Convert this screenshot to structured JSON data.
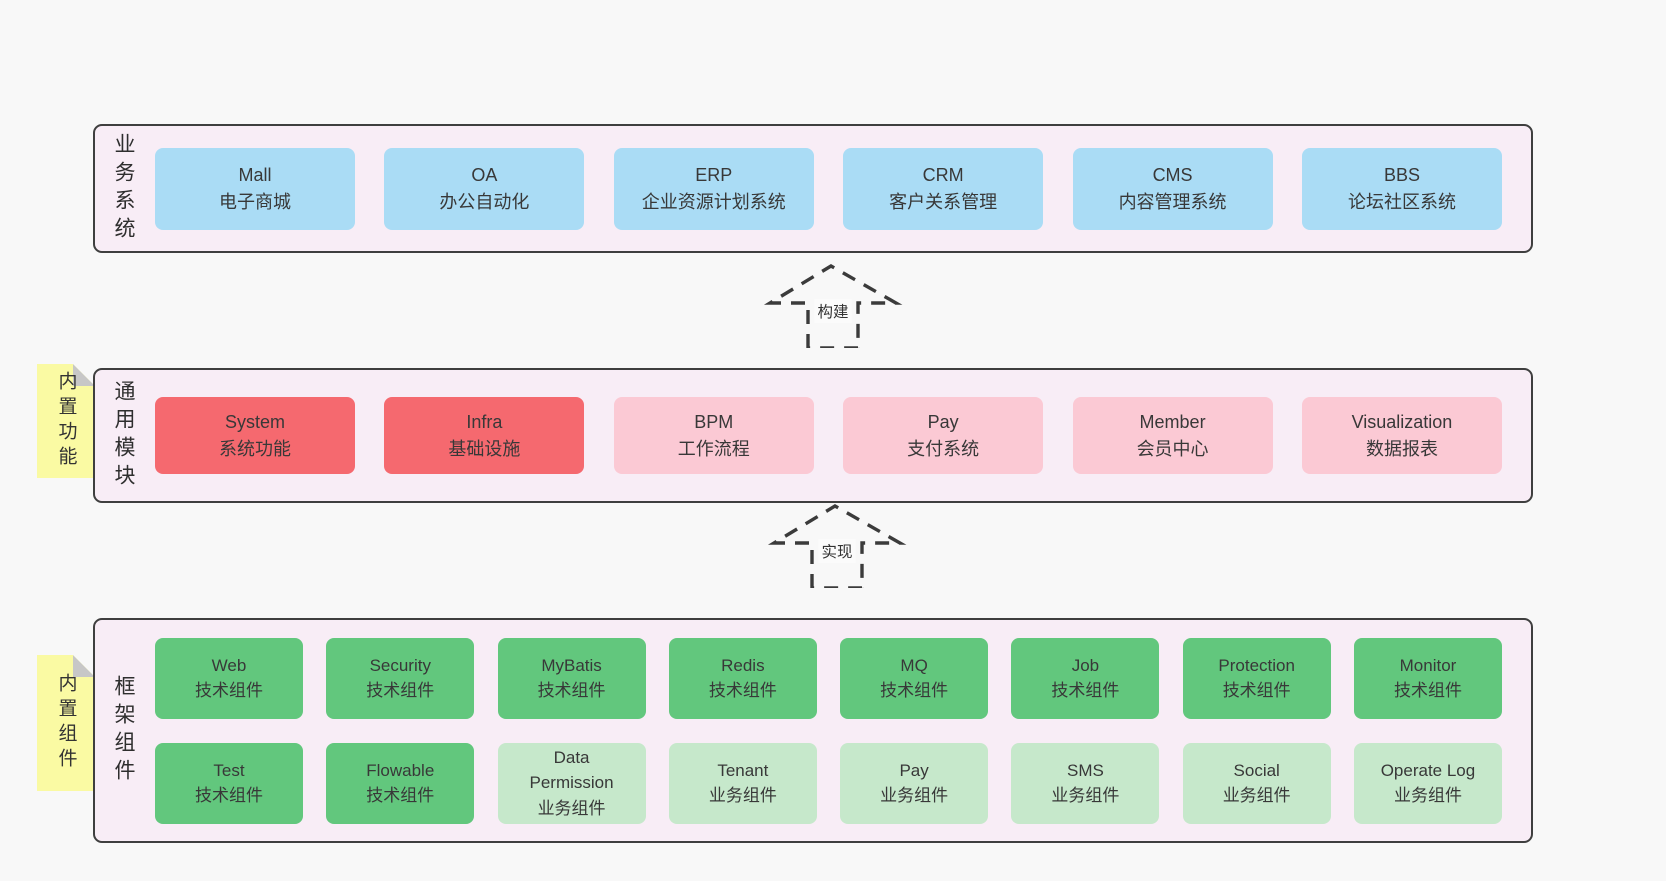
{
  "palette": {
    "blue": "#aadcf5",
    "red": "#f5696f",
    "pink": "#fbc9d4",
    "green": "#62c77d",
    "green_light": "#c6e8cb",
    "section_bg": "#f8edf6",
    "section_border": "#3f3f3f",
    "sticky_yellow": "#fafaa3",
    "sticky_fold_gray": "#c7c7c7",
    "page_bg": "#f8f8f8",
    "text": "#383838"
  },
  "sections": [
    {
      "id": "business-systems",
      "side_label": "业务系统",
      "rows": [
        [
          {
            "en": "Mall",
            "zh": "电子商城",
            "variant": "blue"
          },
          {
            "en": "OA",
            "zh": "办公自动化",
            "variant": "blue"
          },
          {
            "en": "ERP",
            "zh": "企业资源计划系统",
            "variant": "blue"
          },
          {
            "en": "CRM",
            "zh": "客户关系管理",
            "variant": "blue"
          },
          {
            "en": "CMS",
            "zh": "内容管理系统",
            "variant": "blue"
          },
          {
            "en": "BBS",
            "zh": "论坛社区系统",
            "variant": "blue"
          }
        ]
      ]
    },
    {
      "id": "common-modules",
      "side_label": "通用模块",
      "rows": [
        [
          {
            "en": "System",
            "zh": "系统功能",
            "variant": "red"
          },
          {
            "en": "Infra",
            "zh": "基础设施",
            "variant": "red"
          },
          {
            "en": "BPM",
            "zh": "工作流程",
            "variant": "pink"
          },
          {
            "en": "Pay",
            "zh": "支付系统",
            "variant": "pink"
          },
          {
            "en": "Member",
            "zh": "会员中心",
            "variant": "pink"
          },
          {
            "en": "Visualization",
            "zh": "数据报表",
            "variant": "pink"
          }
        ]
      ]
    },
    {
      "id": "framework-components",
      "side_label": "框架组件",
      "rows": [
        [
          {
            "en": "Web",
            "zh": "技术组件",
            "variant": "green"
          },
          {
            "en": "Security",
            "zh": "技术组件",
            "variant": "green"
          },
          {
            "en": "MyBatis",
            "zh": "技术组件",
            "variant": "green"
          },
          {
            "en": "Redis",
            "zh": "技术组件",
            "variant": "green"
          },
          {
            "en": "MQ",
            "zh": "技术组件",
            "variant": "green"
          },
          {
            "en": "Job",
            "zh": "技术组件",
            "variant": "green"
          },
          {
            "en": "Protection",
            "zh": "技术组件",
            "variant": "green"
          },
          {
            "en": "Monitor",
            "zh": "技术组件",
            "variant": "green"
          }
        ],
        [
          {
            "en": "Test",
            "zh": "技术组件",
            "variant": "green"
          },
          {
            "en": "Flowable",
            "zh": "技术组件",
            "variant": "green"
          },
          {
            "en": "Data Permission",
            "zh": "业务组件",
            "variant": "green_light"
          },
          {
            "en": "Tenant",
            "zh": "业务组件",
            "variant": "green_light"
          },
          {
            "en": "Pay",
            "zh": "业务组件",
            "variant": "green_light"
          },
          {
            "en": "SMS",
            "zh": "业务组件",
            "variant": "green_light"
          },
          {
            "en": "Social",
            "zh": "业务组件",
            "variant": "green_light"
          },
          {
            "en": "Operate Log",
            "zh": "业务组件",
            "variant": "green_light"
          }
        ]
      ]
    }
  ],
  "stickies": [
    {
      "label": "内置功能"
    },
    {
      "label": "内置组件"
    }
  ],
  "arrows": [
    {
      "label": "构建"
    },
    {
      "label": "实现"
    }
  ]
}
